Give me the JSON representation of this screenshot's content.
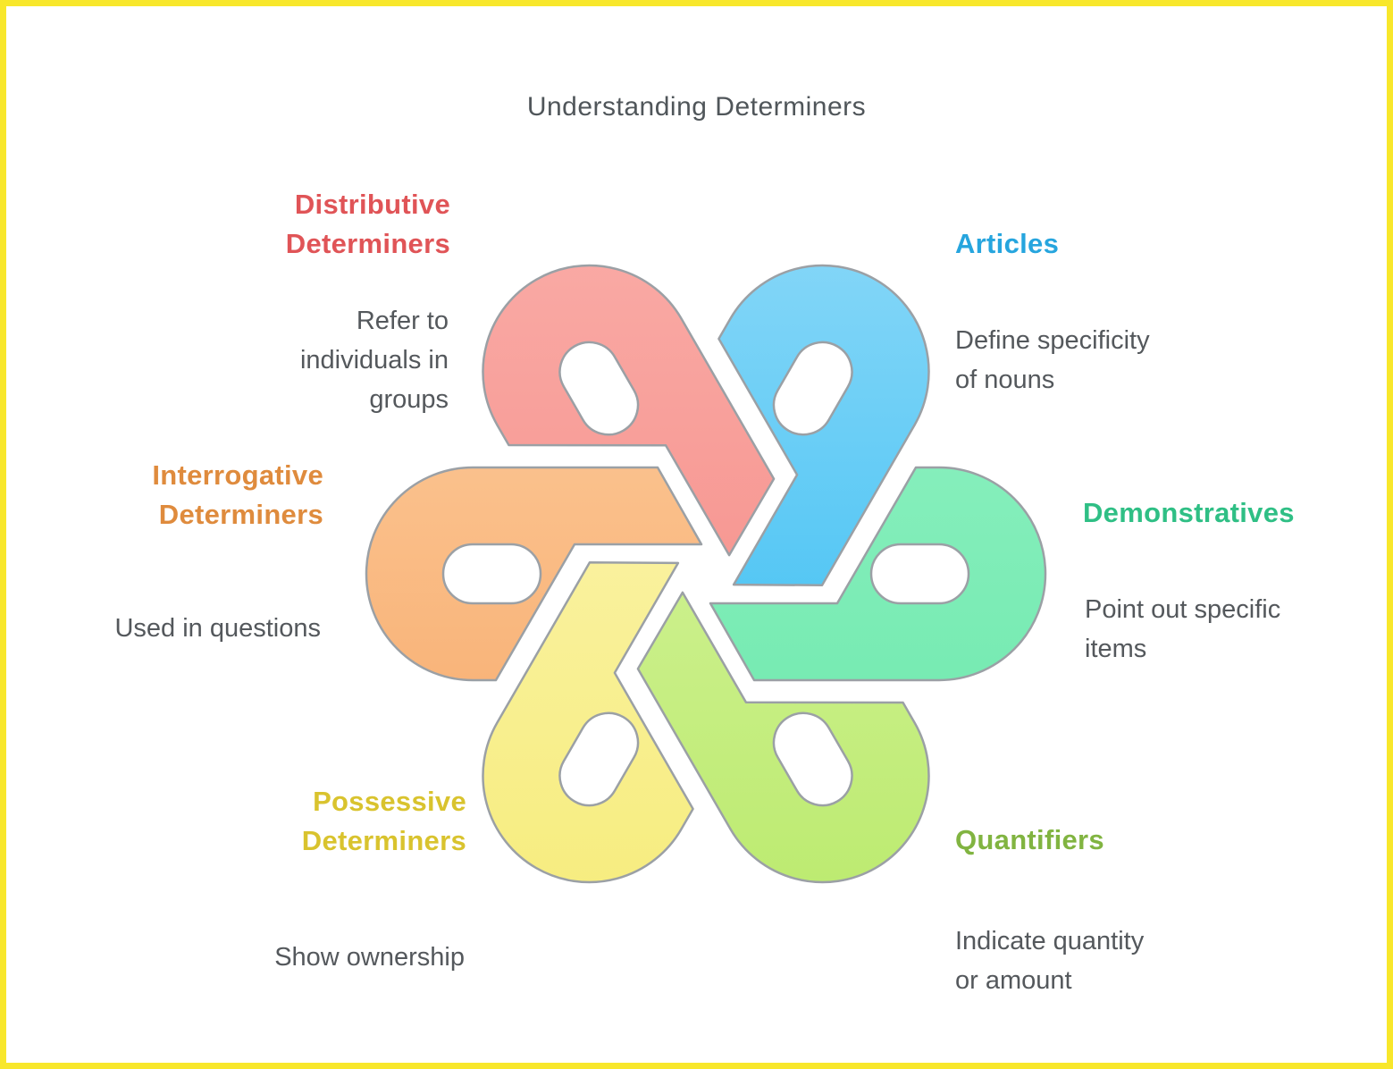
{
  "page": {
    "border_color": "#F8E72B",
    "background_color": "#FFFFFF"
  },
  "title": "Understanding Determiners",
  "categories": [
    {
      "id": "distributive",
      "label_lines": [
        "Distributive",
        "Determiners"
      ],
      "description_lines": [
        "Refer to",
        "individuals in",
        "groups"
      ],
      "color": "#E05457"
    },
    {
      "id": "articles",
      "label_lines": [
        "Articles"
      ],
      "description_lines": [
        "Define specificity",
        "of nouns"
      ],
      "color": "#26A5DE"
    },
    {
      "id": "interrogative",
      "label_lines": [
        "Interrogative",
        "Determiners"
      ],
      "description_lines": [
        "Used in questions"
      ],
      "color": "#DF8B3D"
    },
    {
      "id": "demonstratives",
      "label_lines": [
        "Demonstratives"
      ],
      "description_lines": [
        "Point out specific",
        "items"
      ],
      "color": "#2FBF85"
    },
    {
      "id": "possessive",
      "label_lines": [
        "Possessive",
        "Determiners"
      ],
      "description_lines": [
        "Show ownership"
      ],
      "color": "#D9C32E"
    },
    {
      "id": "quantifiers",
      "label_lines": [
        "Quantifiers"
      ],
      "description_lines": [
        "Indicate quantity",
        "or amount"
      ],
      "color": "#81B441"
    }
  ],
  "text_color": "#54585C",
  "title_color": "#50565A",
  "knot": {
    "stroke": "#9BA0A5",
    "bands": [
      {
        "name": "interrogative-band",
        "fill_light": "#FBC795",
        "fill_dark": "#F8AE71"
      },
      {
        "name": "distributive-band",
        "fill_light": "#FAACA7",
        "fill_dark": "#F6948F"
      },
      {
        "name": "articles-band",
        "fill_light": "#8AD8F8",
        "fill_dark": "#4FC5F4"
      },
      {
        "name": "demonstratives-band",
        "fill_light": "#8CF0C0",
        "fill_dark": "#70E9AE"
      },
      {
        "name": "quantifiers-band",
        "fill_light": "#CFF192",
        "fill_dark": "#BAEA6C"
      },
      {
        "name": "possessive-band",
        "fill_light": "#FAF2A1",
        "fill_dark": "#F6EC7B"
      }
    ]
  }
}
